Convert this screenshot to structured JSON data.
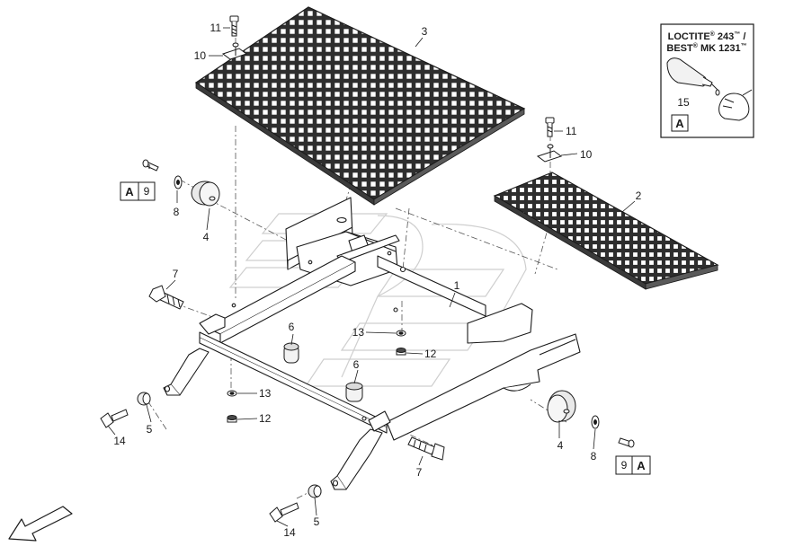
{
  "callouts": {
    "c1": "1",
    "c2": "2",
    "c3": "3",
    "c4a": "4",
    "c4b": "4",
    "c5a": "5",
    "c5b": "5",
    "c6a": "6",
    "c6b": "6",
    "c7a": "7",
    "c7b": "7",
    "c8a": "8",
    "c8b": "8",
    "c9a": "9",
    "c9b": "9",
    "c10a": "10",
    "c10b": "10",
    "c11a": "11",
    "c11b": "11",
    "c12a": "12",
    "c12b": "12",
    "c13a": "13",
    "c13b": "13",
    "c14a": "14",
    "c14b": "14",
    "c15": "15"
  },
  "tag_letter": "A",
  "loctite": {
    "line1_brand": "LOCTITE",
    "line1_reg": "®",
    "line1_num": " 243",
    "line1_tm": "™",
    "line1_slash": " /",
    "line2_brand": "BEST",
    "line2_reg": "®",
    "line2_num": " MK 1231",
    "line2_tm": "™",
    "item": "15",
    "tag": "A"
  },
  "icons": [
    "direction-arrow-icon",
    "grating-icon",
    "threadlocker-bottle-icon",
    "gloved-hand-icon",
    "brand-watermark"
  ]
}
